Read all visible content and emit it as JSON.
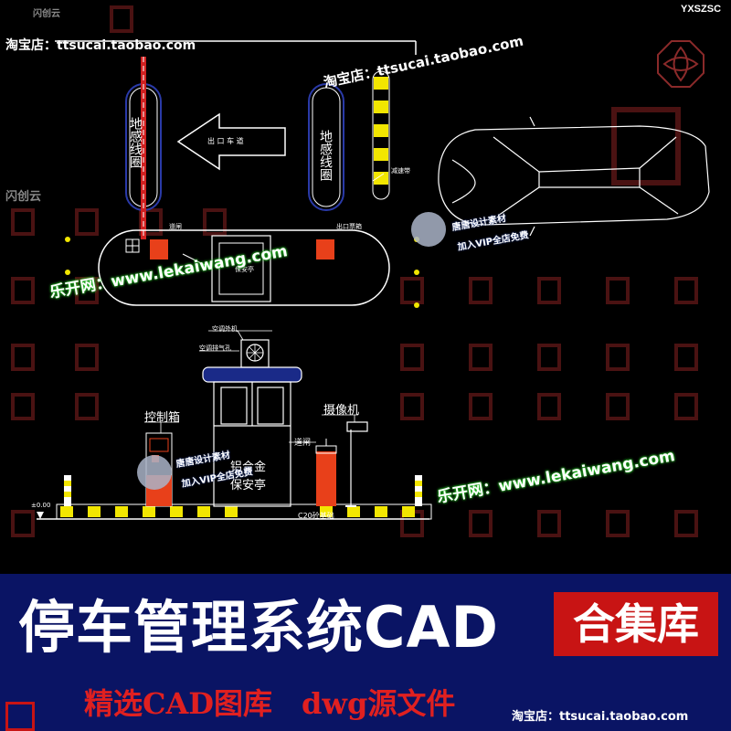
{
  "watermarks": {
    "shop_top": "淘宝店：ttsucai.taobao.com",
    "shop_mid": "淘宝店：ttsucai.taobao.com",
    "shop_bottom": "淘宝店：ttsucai.taobao.com",
    "lekai_1": "乐开网：www.lekaiwang.com",
    "lekai_2": "乐开网：www.lekaiwang.com",
    "code": "YXSZSC",
    "studio_1": "闪创云",
    "studio_2": "闪创云",
    "stamp_1_line1": "唐唐设计素材",
    "stamp_1_line2": "加入VIP全店免费",
    "stamp_2_line1": "唐唐设计素材",
    "stamp_2_line2": "加入VIP全店免费"
  },
  "drawing": {
    "loop_left": "地感线圈",
    "loop_right": "地感线圈",
    "exit_arrow": "出 口 车 道",
    "gate_left": "道闸",
    "gate_right_top": "出口票箱",
    "guard_plan": "保安亭",
    "speed_bump": "减速带",
    "ac_unit": "空调外机",
    "ac_label": "空调排气孔",
    "control_box": "控制箱",
    "camera": "摄像机",
    "barrier": "道闸",
    "booth_l1": "铝合金",
    "booth_l2": "保安亭",
    "foundation": "C20砼基础",
    "elevation": "±0.00"
  },
  "banner": {
    "title": "停车管理系统CAD",
    "badge": "合集库",
    "subtitle": "精选CAD图库　dwg源文件"
  },
  "colors": {
    "banner_bg": "#0a1464",
    "badge_bg": "#c81414",
    "subtitle": "#e02020",
    "gate_red": "#e8401a",
    "stripe_yellow": "#f2e600"
  }
}
